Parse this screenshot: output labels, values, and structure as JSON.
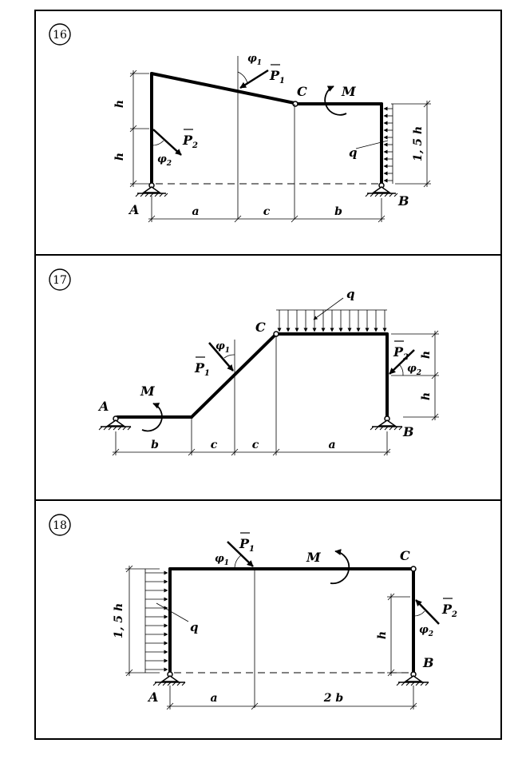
{
  "panels": [
    {
      "number": "16",
      "labels": {
        "A": "A",
        "B": "B",
        "C": "C",
        "M": "M",
        "q": "q",
        "P1": "P",
        "P1_sub": "1",
        "P2": "P",
        "P2_sub": "2",
        "phi1": "φ",
        "phi1_sub": "1",
        "phi2": "φ",
        "phi2_sub": "2",
        "h_top": "h",
        "h_bottom": "h",
        "h_right": "1, 5 h",
        "dim_a": "a",
        "dim_c": "c",
        "dim_b": "b"
      }
    },
    {
      "number": "17",
      "labels": {
        "A": "A",
        "B": "B",
        "C": "C",
        "M": "M",
        "q": "q",
        "P1": "P",
        "P1_sub": "1",
        "P2": "P",
        "P2_sub": "2",
        "phi1": "φ",
        "phi1_sub": "1",
        "phi2": "φ",
        "phi2_sub": "2",
        "h_top": "h",
        "h_bottom": "h",
        "dim_b": "b",
        "dim_c1": "c",
        "dim_c2": "c",
        "dim_a": "a"
      }
    },
    {
      "number": "18",
      "labels": {
        "A": "A",
        "B": "B",
        "C": "C",
        "M": "M",
        "q": "q",
        "P1": "P",
        "P1_sub": "1",
        "P2": "P",
        "P2_sub": "2",
        "phi1": "φ",
        "phi1_sub": "1",
        "phi2": "φ",
        "phi2_sub": "2",
        "h_left": "1, 5 h",
        "h_right": "h",
        "dim_a": "a",
        "dim_2b": "2 b"
      }
    }
  ]
}
